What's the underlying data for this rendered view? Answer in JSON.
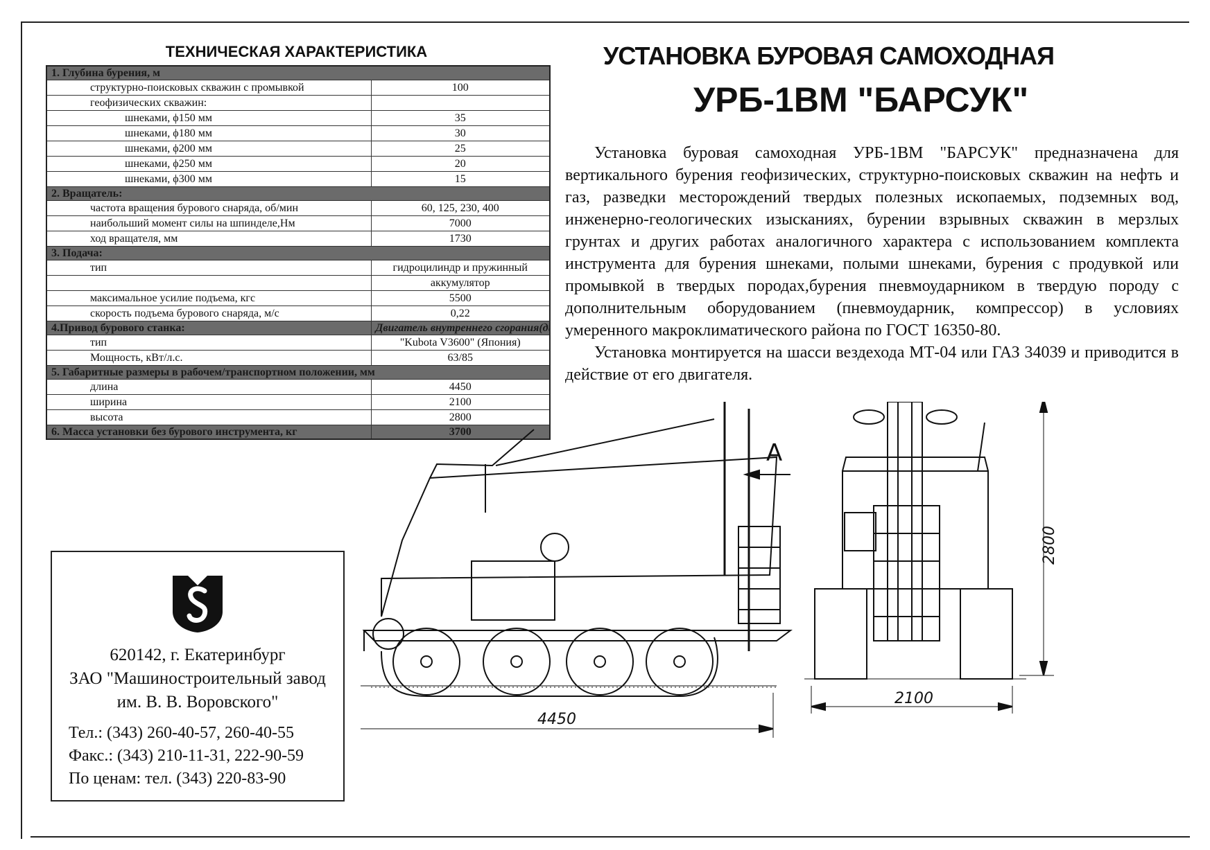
{
  "spec": {
    "heading": "ТЕХНИЧЕСКАЯ ХАРАКТЕРИСТИКА",
    "s1": "1. Глубина бурения, м",
    "r1_label": "структурно-поисковых скважин с промывкой",
    "r1_value": "100",
    "r2_label": "геофизических скважин:",
    "r3_label": "шнеками, ϕ150 мм",
    "r3_value": "35",
    "r4_label": "шнеками, ϕ180 мм",
    "r4_value": "30",
    "r5_label": "шнеками, ϕ200 мм",
    "r5_value": "25",
    "r6_label": "шнеками, ϕ250 мм",
    "r6_value": "20",
    "r7_label": "шнеками, ϕ300 мм",
    "r7_value": "15",
    "s2": "2. Вращатель:",
    "r8_label": "частота вращения бурового снаряда, об/мин",
    "r8_value": "60, 125, 230, 400",
    "r9_label": "наибольший момент силы на шпинделе,Нм",
    "r9_value": "7000",
    "r10_label": "ход вращателя, мм",
    "r10_value": "1730",
    "s3": "3. Подача:",
    "r11_label": "тип",
    "r11_value": "гидроцилиндр и пружинный",
    "r11b_value": "аккумулятор",
    "r12_label": "максимальное усилие подъема, кгс",
    "r12_value": "5500",
    "r13_label": "скорость подъема бурового снаряда, м/с",
    "r13_value": "0,22",
    "s4_left": "4.Привод бурового станка:",
    "s4_right": "Двигатель внутреннего сгорания(дизель)",
    "r14_label": "тип",
    "r14_value": "\"Kubota V3600\"  (Япония)",
    "r15_label": "Мощность, кВт/л.с.",
    "r15_value": "63/85",
    "s5": "5. Габаритные размеры в рабочем/транспортном положении, мм",
    "r16_label": "длина",
    "r16_value": "4450",
    "r17_label": "ширина",
    "r17_value": "2100",
    "r18_label": "высота",
    "r18_value": "2800",
    "s6_left": "6. Масса установки без бурового инструмента, кг",
    "s6_value": "3700"
  },
  "title": {
    "line1": "УСТАНОВКА БУРОВАЯ САМОХОДНАЯ",
    "line2": "УРБ-1ВМ  \"БАРСУК\""
  },
  "description": {
    "p1": "Установка буровая самоходная УРБ-1ВМ \"БАРСУК\" предназначена для вертикального бурения геофизических, структурно-поисковых скважин на нефть и газ, разведки месторождений твердых полезных ископаемых, подземных вод, инженерно-геологических изысканиях, бурении взрывных скважин в мерзлых грунтах и других работах аналогичного характера с использованием комплекта инструмента для бурения шнеками, полыми шнеками, бурения с продувкой или промывкой в твердых породах,бурения пневмоударником в твердую породу с дополнительным оборудованием (пневмоударник, компрессор) в условиях умеренного макроклиматического района по ГОСТ 16350-80.",
    "p2": "Установка монтируется на шасси вездехода МТ-04 или ГАЗ 34039 и приводится в действие от его двигателя."
  },
  "company": {
    "address": "620142, г. Екатеринбург",
    "name1": "ЗАО \"Машиностроительный завод",
    "name2": "им. В. В. Воровского\"",
    "tel": "Тел.:     (343) 260-40-57, 260-40-55",
    "fax": "Факс.:  (343) 210-11-31, 222-90-59",
    "prices": "По ценам: тел.    (343) 220-83-90"
  },
  "drawing": {
    "view_label_side": "A",
    "view_label_front": "A",
    "dim_length": "4450",
    "dim_width": "2100",
    "dim_height": "2800"
  }
}
